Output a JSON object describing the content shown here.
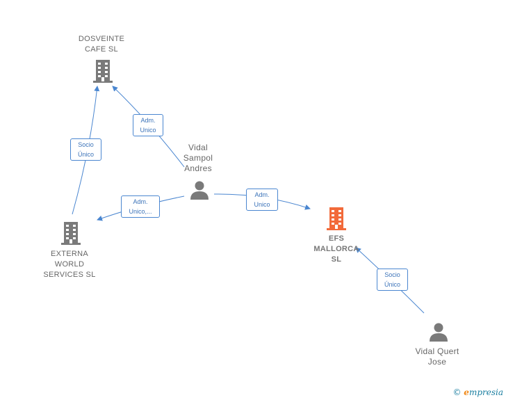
{
  "nodes": {
    "dosveinte": {
      "label_line1": "DOSVEINTE",
      "label_line2": "CAFE  SL",
      "type": "company"
    },
    "externa": {
      "label_line1": "EXTERNA",
      "label_line2": "WORLD",
      "label_line3": "SERVICES  SL",
      "type": "company"
    },
    "efs": {
      "label_line1": "EFS",
      "label_line2": "MALLORCA",
      "label_line3": "SL",
      "type": "company-focus"
    },
    "vidal_sampol": {
      "label_line1": "Vidal",
      "label_line2": "Sampol",
      "label_line3": "Andres",
      "type": "person"
    },
    "vidal_quert": {
      "label_line1": "Vidal Quert",
      "label_line2": "Jose",
      "type": "person"
    }
  },
  "edges": {
    "adm_dosveinte": {
      "line1": "Adm.",
      "line2": "Unico"
    },
    "socio_dosveinte": {
      "line1": "Socio",
      "line2": "Único"
    },
    "adm_externa": {
      "line1": "Adm.",
      "line2": "Unico,..."
    },
    "adm_efs": {
      "line1": "Adm.",
      "line2": "Unico"
    },
    "socio_efs": {
      "line1": "Socio",
      "line2": "Único"
    }
  },
  "colors": {
    "edge": "#4a86d0",
    "company_icon": "#7a7a7a",
    "focus_icon": "#f26a3a",
    "person_icon": "#7a7a7a"
  },
  "branding": {
    "copyright": "©",
    "e_letter": "e",
    "name": "mpresia"
  }
}
